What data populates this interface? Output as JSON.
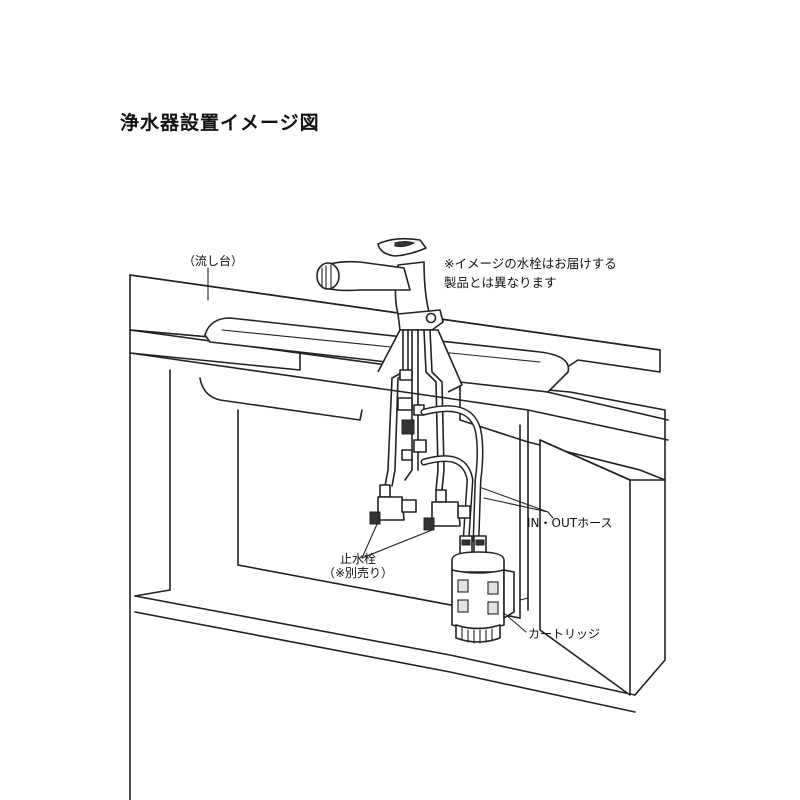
{
  "diagram": {
    "title": "浄水器設置イメージ図",
    "labels": {
      "counter": "（流し台）",
      "note_line1": "※イメージの水栓はお届けする",
      "note_line2": "製品とは異なります",
      "hoses": "IN・OUTホース",
      "stop_valve": "止水栓",
      "stop_valve_sub": "（※別売り）",
      "cartridge": "カートリッジ"
    }
  }
}
